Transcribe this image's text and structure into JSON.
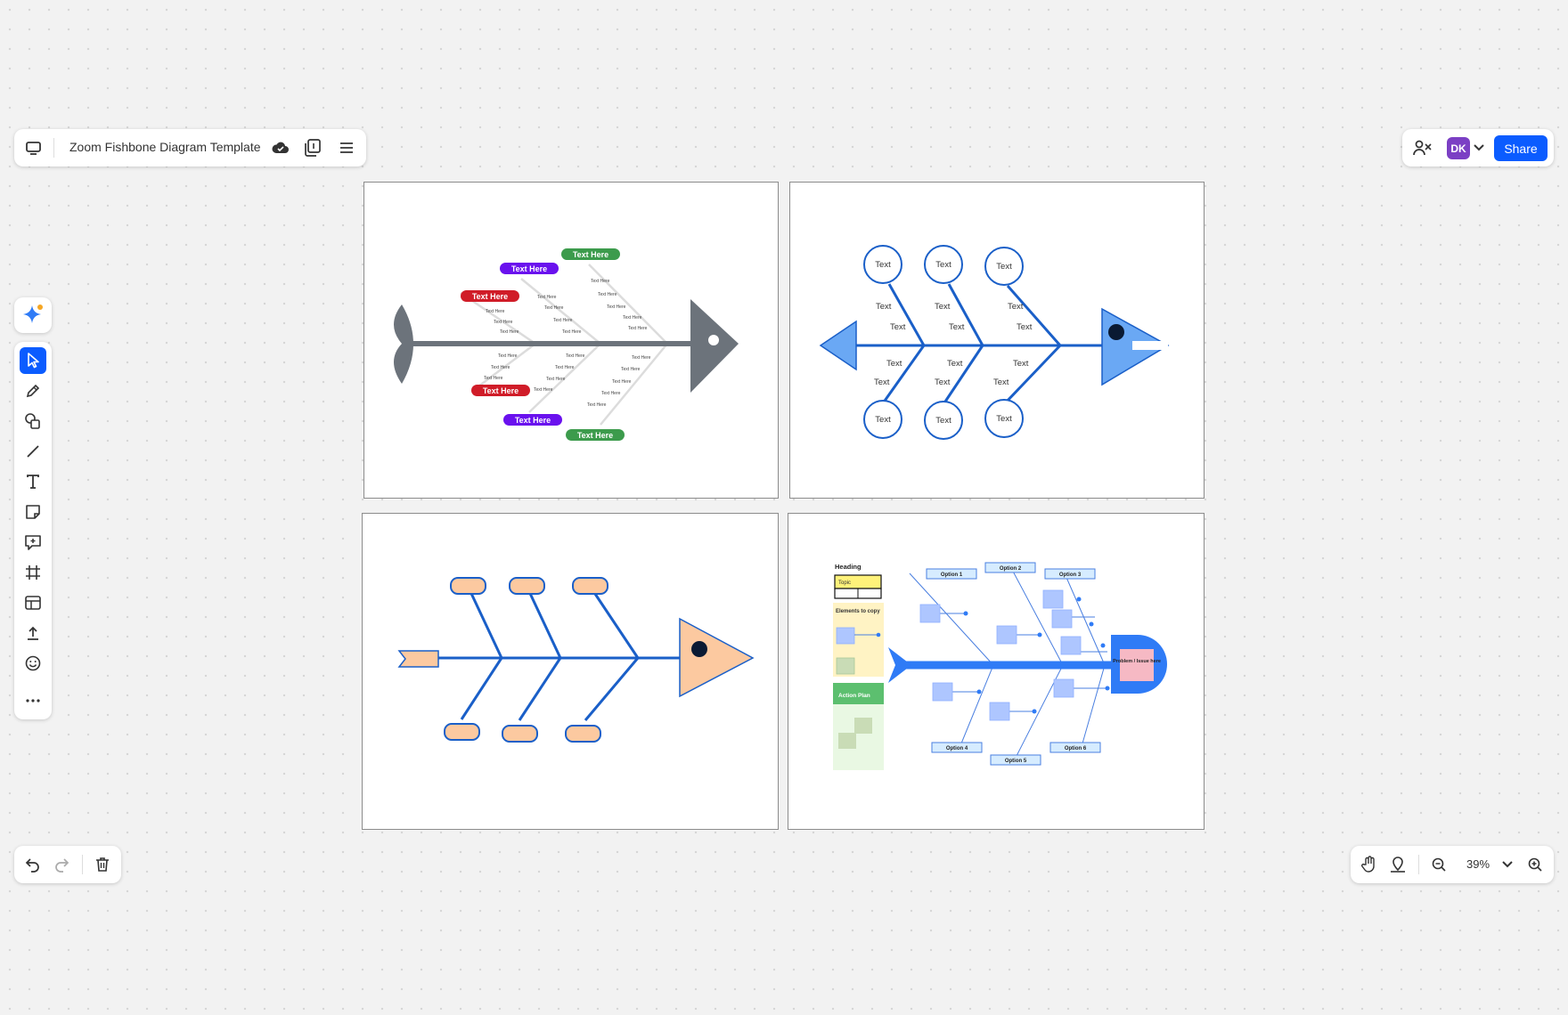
{
  "header": {
    "title": "Zoom Fishbone Diagram Template"
  },
  "top_right": {
    "avatar_initials": "DK",
    "share_label": "Share"
  },
  "zoom": {
    "level": "39%"
  },
  "frame1": {
    "head_labels": [
      "Text Here",
      "Text Here",
      "Text Here",
      "Text Here",
      "Text Here",
      "Text Here"
    ],
    "small_label": "Text Here"
  },
  "frame2": {
    "circle_label": "Text",
    "branch_label": "Text"
  },
  "frame4": {
    "legend_heading": "Heading",
    "legend_topic": "Topic",
    "legend_elements": "Elements to copy",
    "legend_action_plan": "Action Plan",
    "options": [
      "Option 1",
      "Option 2",
      "Option 3",
      "Option 4",
      "Option 5",
      "Option 6"
    ],
    "problem_label": "Problem / Issue here"
  },
  "colors": {
    "accent": "#0b5cff",
    "avatar": "#7b3fc4",
    "fish_gray": "#6c737b",
    "fish_blue": "#1a5fc8",
    "fish_light_blue": "#6aa8f4",
    "peach": "#fcc9a0",
    "red": "#d01c28",
    "purple": "#6a11ee",
    "green": "#3c9b4c"
  }
}
